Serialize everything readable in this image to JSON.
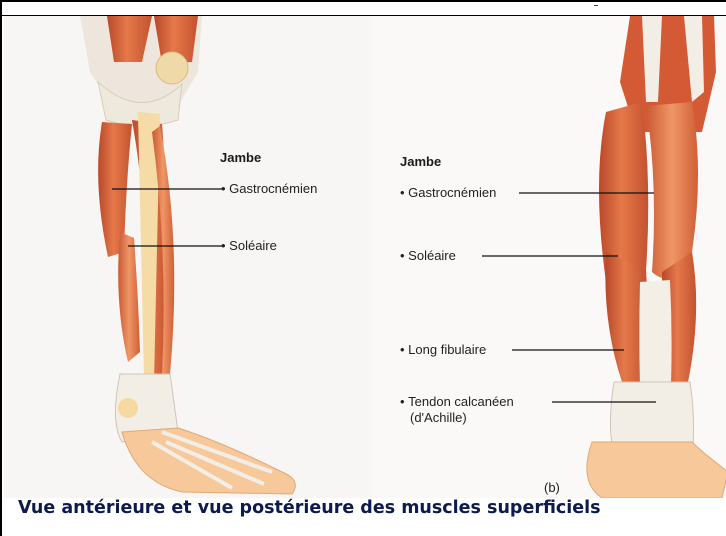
{
  "top_bar_text": "",
  "anterior": {
    "region": "Jambe",
    "labels": [
      "Gastrocnémien",
      "Soléaire"
    ]
  },
  "posterior": {
    "region": "Jambe",
    "labels": [
      "Gastrocnémien",
      "Soléaire",
      "Long fibulaire",
      "Tendon calcanéen",
      "(d'Achille)"
    ],
    "panel_letter": "(b)"
  },
  "caption": "Vue antérieure et vue postérieure des muscles superficiels",
  "colors": {
    "muscle": "#d8643a",
    "muscle_light": "#f0a070",
    "tendon": "#f3efe6",
    "bone": "#f5d9a0",
    "skin": "#f6c89a",
    "caption": "#0d1a4d"
  }
}
